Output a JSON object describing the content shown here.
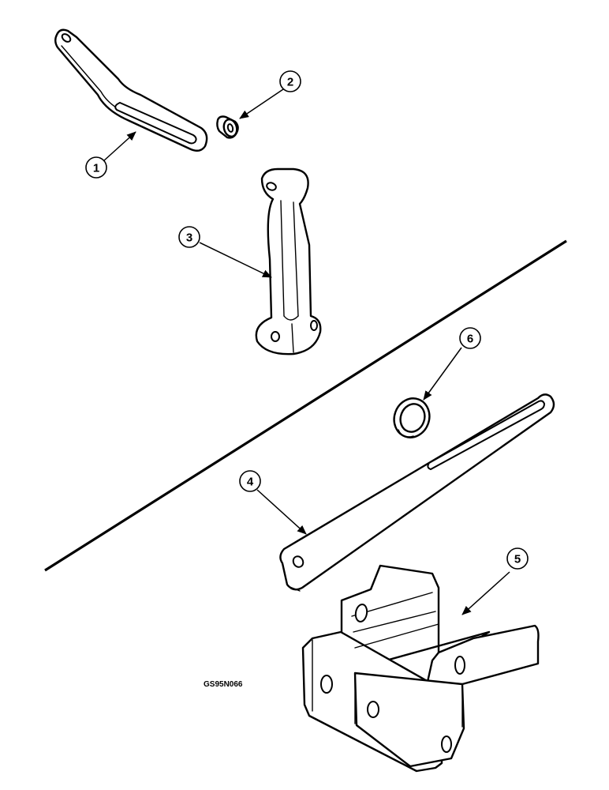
{
  "callouts": [
    {
      "id": "1",
      "label": "1"
    },
    {
      "id": "2",
      "label": "2"
    },
    {
      "id": "3",
      "label": "3"
    },
    {
      "id": "4",
      "label": "4"
    },
    {
      "id": "5",
      "label": "5"
    },
    {
      "id": "6",
      "label": "6"
    }
  ],
  "reference_code": "GS95N066",
  "colors": {
    "line": "#000000",
    "background": "#ffffff"
  }
}
